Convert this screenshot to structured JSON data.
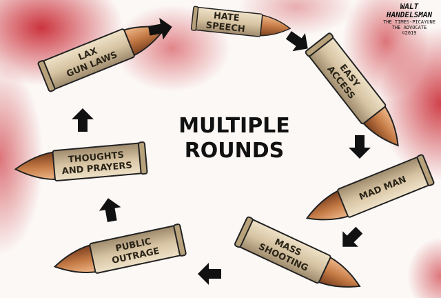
{
  "title": [
    "MULTIPLE",
    "ROUNDS"
  ],
  "bullets": [
    {
      "lines": [
        "LAX",
        "GUN LAWS"
      ]
    },
    {
      "lines": [
        "HATE",
        "SPEECH"
      ]
    },
    {
      "lines": [
        "EASY",
        "ACCESS"
      ]
    },
    {
      "lines": [
        "MAD MAN"
      ]
    },
    {
      "lines": [
        "MASS",
        "SHOOTING"
      ]
    },
    {
      "lines": [
        "PUBLIC",
        "OUTRAGE"
      ]
    },
    {
      "lines": [
        "THOUGHTS",
        "AND PRAYERS"
      ]
    }
  ],
  "signature": {
    "name": "WALT HANDELSMAN",
    "line1": "THE TIMES-PICAYUNE",
    "line2": "THE ADVOCATE",
    "year": "©2019"
  },
  "colors": {
    "casing": "#d9c6a6",
    "tip": "#c47a45",
    "blood": "#c4121e"
  }
}
